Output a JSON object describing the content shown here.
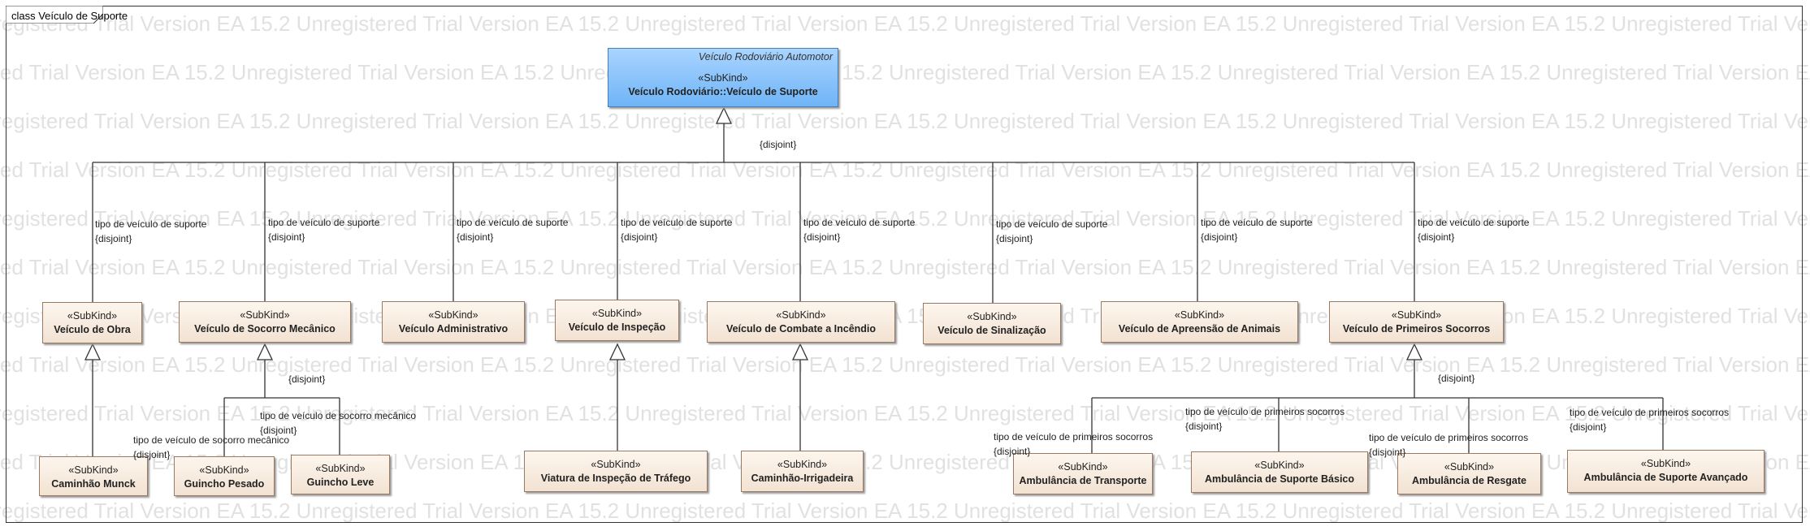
{
  "frame": {
    "title": "class Veículo de Suporte"
  },
  "watermark": "Unregistered Trial Version EA 15.2",
  "stereotype": "«SubKind»",
  "super": {
    "owner": "Veículo Rodoviário Automotor",
    "name": "Veículo Rodoviário::Veículo de Suporte"
  },
  "classes": {
    "obra": "Veículo de Obra",
    "socorro": "Veículo de Socorro Mecânico",
    "admin": "Veículo Administrativo",
    "inspecao": "Veículo de Inspeção",
    "combate": "Veículo de Combate a Incêndio",
    "sinal": "Veículo de Sinalização",
    "apreensao": "Veículo de Apreensão de Animais",
    "primeiros": "Veículo de Primeiros Socorros",
    "munck": "Caminhão Munck",
    "gpesado": "Guincho Pesado",
    "gleve": "Guincho Leve",
    "viatura": "Viatura de Inspeção de Tráfego",
    "irrig": "Caminhão-Irrigadeira",
    "atransp": "Ambulância de Transporte",
    "abasico": "Ambulância de Suporte Básico",
    "aresgate": "Ambulância de Resgate",
    "aavancado": "Ambulância de Suporte Avançado"
  },
  "labels": {
    "disjoint": "{disjoint}",
    "tipo_suporte": "tipo de veículo de suporte",
    "tipo_mecanico": "tipo de veículo de socorro mecânico",
    "tipo_primeiros": "tipo de veículo de primeiros socorros"
  }
}
